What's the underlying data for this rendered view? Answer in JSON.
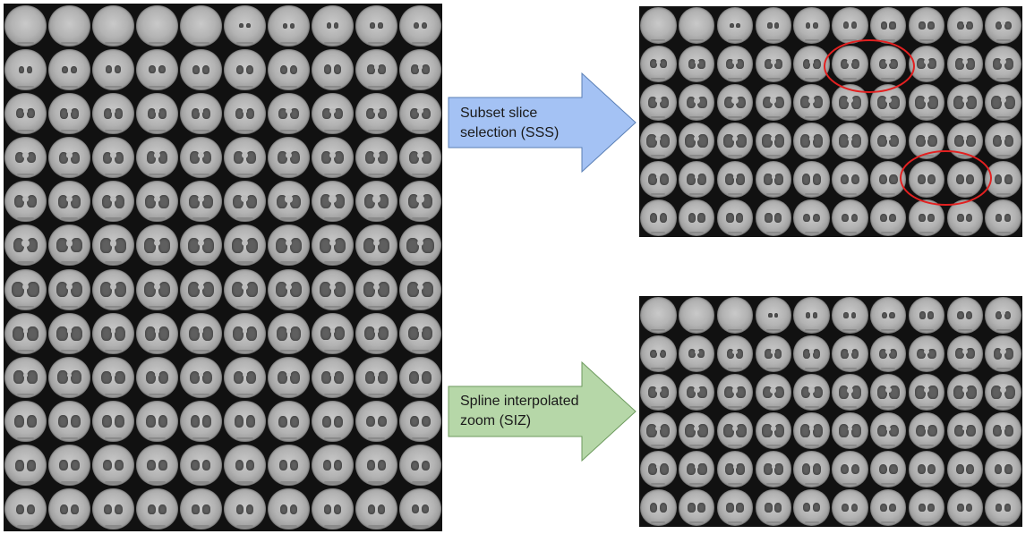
{
  "figure": {
    "panels": [
      {
        "id": "input",
        "rows": 12,
        "cols": 10
      },
      {
        "id": "sss",
        "rows": 6,
        "cols": 10
      },
      {
        "id": "siz",
        "rows": 6,
        "cols": 10
      }
    ],
    "arrows": [
      {
        "id": "sss",
        "label": "Subset slice\nselection (SSS)",
        "color": "#a4c2f4",
        "border": "#5a7fb5"
      },
      {
        "id": "siz",
        "label": "Spline interpolated\nzoom (SIZ)",
        "color": "#b6d7a8",
        "border": "#6d9a5e"
      }
    ],
    "highlight_color": "#e32020"
  }
}
